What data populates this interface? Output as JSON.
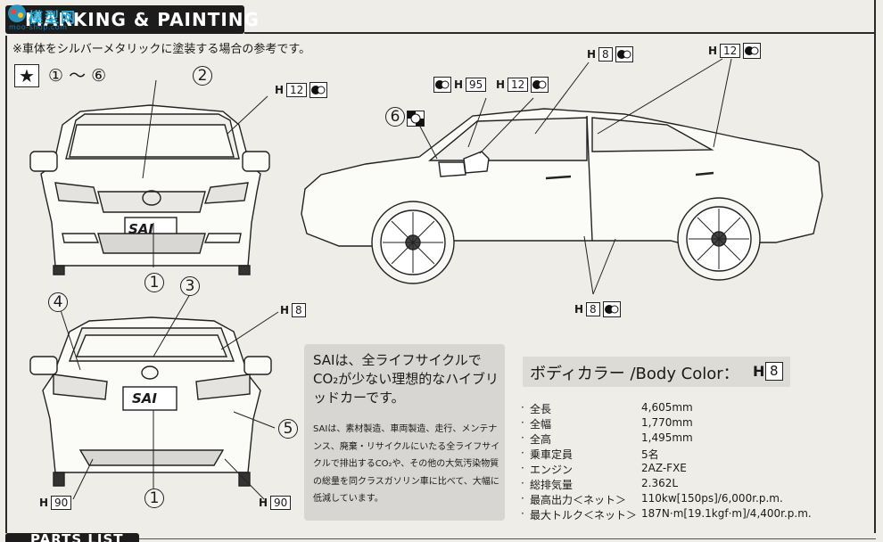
{
  "header": {
    "title": "MARKING & PAINTING",
    "watermark": "模型网",
    "watermark_sub": "moo-shop.com"
  },
  "note": "※車体をシルバーメタリックに塗装する場合の参考です。",
  "range_text": "① 〜 ⑥",
  "callouts": {
    "front_top": "2",
    "front_bottom": "1",
    "rear_left": "4",
    "rear_mid": "3",
    "rear_right": "5",
    "rear_bottom": "1",
    "side_mirror": "6"
  },
  "hcodes": {
    "front_h12": {
      "prefix": "H",
      "num": "12"
    },
    "side_h95": {
      "prefix": "H",
      "num": "95"
    },
    "side_h12a": {
      "prefix": "H",
      "num": "12"
    },
    "side_h8_top": {
      "prefix": "H",
      "num": "8"
    },
    "side_h12b": {
      "prefix": "H",
      "num": "12"
    },
    "side_h8_bottom": {
      "prefix": "H",
      "num": "8"
    },
    "rear_h8": {
      "prefix": "H",
      "num": "8"
    },
    "rear_h90_left": {
      "prefix": "H",
      "num": "90"
    },
    "rear_h90_right": {
      "prefix": "H",
      "num": "90"
    }
  },
  "plates": {
    "front": "SAI",
    "rear": "SAI"
  },
  "info": {
    "headline": "SAIは、全ライフサイクルでCO₂が少ない理想的なハイブリッドカーです。",
    "body": "SAIは、素材製造、車両製造、走行、メンテナンス、廃棄・リサイクルにいたる全ライフサイクルで排出するCO₂や、その他の大気汚染物質の総量を同クラスガソリン車に比べて、大幅に低減しています。"
  },
  "body_color": {
    "label": "ボディカラー /Body Color：",
    "prefix": "H",
    "num": "8"
  },
  "specs": [
    {
      "label": "全長",
      "value": "4,605mm"
    },
    {
      "label": "全幅",
      "value": "1,770mm"
    },
    {
      "label": "全高",
      "value": "1,495mm"
    },
    {
      "label": "乗車定員",
      "value": "5名"
    },
    {
      "label": "エンジン",
      "value": "2AZ-FXE"
    },
    {
      "label": "総排気量",
      "value": "2.362L"
    },
    {
      "label": "最高出力＜ネット＞",
      "value": "110kw[150ps]/6,000r.p.m."
    },
    {
      "label": "最大トルク＜ネット＞",
      "value": "187N·m[19.1kgf·m]/4,400r.p.m."
    }
  ],
  "parts_list": {
    "title": "PARTS LIST"
  }
}
